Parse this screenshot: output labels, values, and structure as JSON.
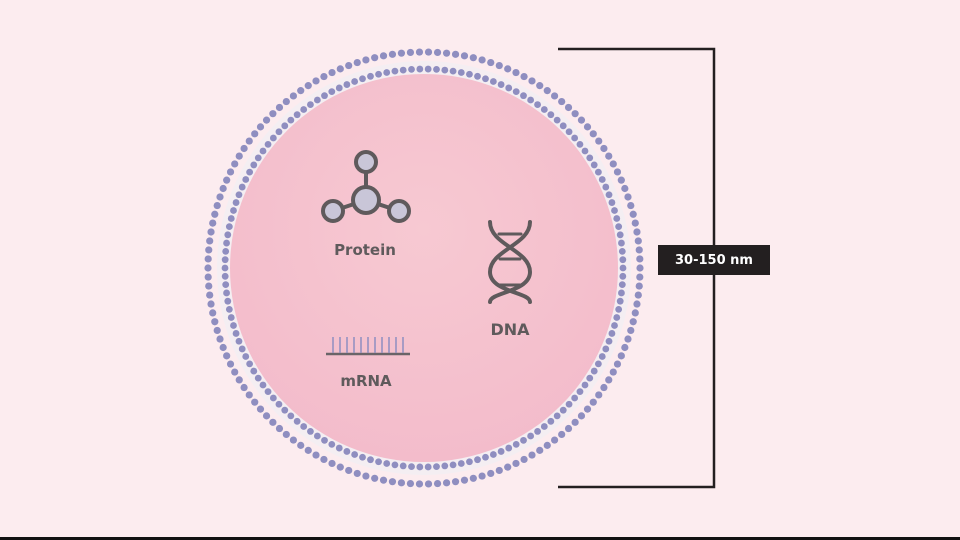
{
  "labels": {
    "protein": "Protein",
    "dna": "DNA",
    "mrna": "mRNA",
    "size": "30-150 nm"
  },
  "colors": {
    "background": "#fcecef",
    "vesicle_interior": "#f6c6d0",
    "membrane_heads": "#8f8ec0",
    "membrane_tails": "#f4eef2",
    "icons": "#5f5a5c",
    "bracket": "#231f20"
  },
  "icons": [
    "protein-molecule-icon",
    "dna-helix-icon",
    "mrna-strand-icon"
  ]
}
